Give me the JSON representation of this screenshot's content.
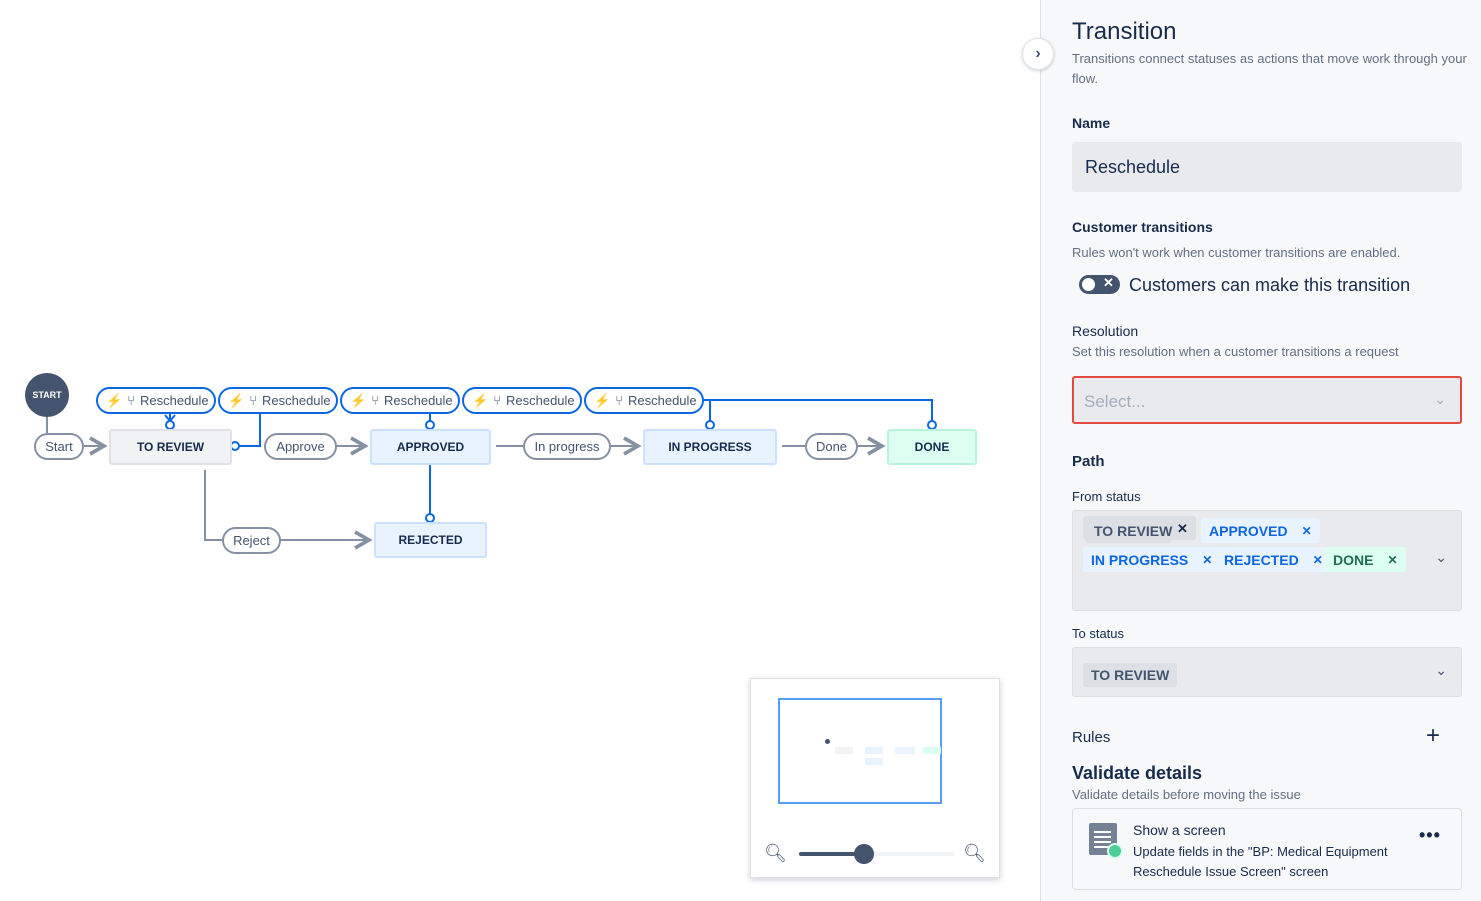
{
  "diagram": {
    "start_node": "START",
    "transitions": {
      "start": "Start",
      "approve": "Approve",
      "in_progress": "In progress",
      "done": "Done",
      "reject": "Reject"
    },
    "statuses": {
      "to_review": "TO REVIEW",
      "approved": "APPROVED",
      "in_progress": "IN PROGRESS",
      "done": "DONE",
      "rejected": "REJECTED"
    },
    "reschedule_pills": [
      "Reschedule",
      "Reschedule",
      "Reschedule",
      "Reschedule",
      "Reschedule"
    ],
    "colors": {
      "selected": "#0c66e4",
      "edge": "#8590a2",
      "todo_bg": "#f1f2f4",
      "inprogress_bg": "#e9f2ff",
      "done_bg": "#dcfff1"
    }
  },
  "minimap": {
    "zoom_level": 0.42
  },
  "panel": {
    "title": "Transition",
    "description": "Transitions connect statuses as actions that move work through your flow.",
    "name_label": "Name",
    "name_value": "Reschedule",
    "customer_title": "Customer transitions",
    "customer_sub": "Rules won't work when customer transitions are enabled.",
    "customer_toggle_label": "Customers can make this transition",
    "customer_toggle_on": false,
    "resolution_label": "Resolution",
    "resolution_sub": "Set this resolution when a customer transitions a request",
    "resolution_placeholder": "Select...",
    "path_title": "Path",
    "from_label": "From status",
    "from_tags": [
      "TO REVIEW",
      "APPROVED",
      "IN PROGRESS",
      "REJECTED",
      "DONE"
    ],
    "to_label": "To status",
    "to_value": "TO REVIEW",
    "rules_label": "Rules",
    "validate_title": "Validate details",
    "validate_sub": "Validate details before moving the issue",
    "rule_title": "Show a screen",
    "rule_desc": "Update fields in the \"BP: Medical Equipment Reschedule Issue Screen\" screen"
  }
}
